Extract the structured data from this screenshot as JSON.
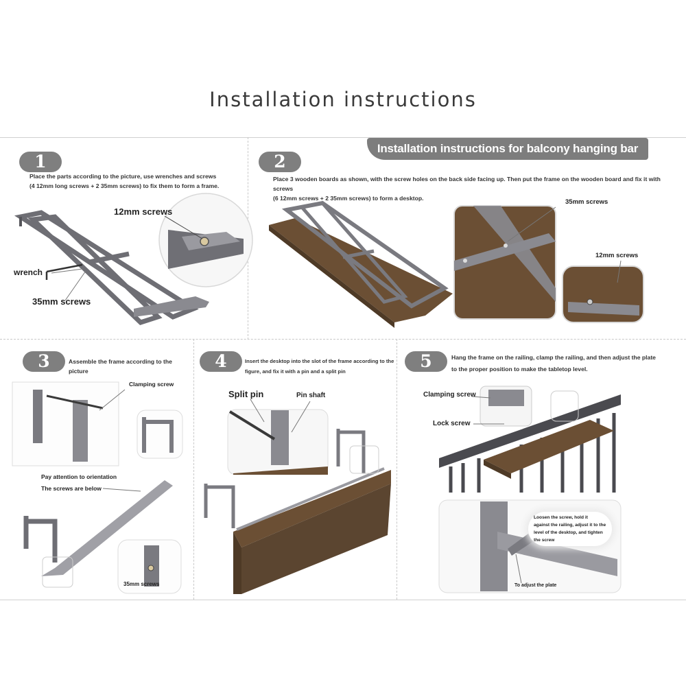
{
  "title": "Installation instructions",
  "banner": "Installation instructions for balcony hanging bar",
  "steps": [
    {
      "num": "1",
      "text": [
        "Place the parts according to the picture, use wrenches and screws",
        "(4 12mm long screws + 2 35mm screws) to fix them to form a frame."
      ],
      "labels": {
        "screw12": "12mm screws",
        "wrench": "wrench",
        "screw35": "35mm screws"
      }
    },
    {
      "num": "2",
      "text": [
        "Place 3 wooden boards as shown, with the screw holes on the back side facing up. Then put the frame on the wooden board and fix it with screws",
        "(6 12mm screws + 2 35mm screws) to form a desktop."
      ],
      "labels": {
        "screw35": "35mm screws",
        "screw12": "12mm screws"
      }
    },
    {
      "num": "3",
      "text": [
        "Assemble the frame according to the picture"
      ],
      "labels": {
        "clamping": "Clamping screw",
        "attention": [
          "Pay attention to orientation",
          "The screws are below"
        ],
        "screw35": "35mm screws"
      }
    },
    {
      "num": "4",
      "text": [
        "Insert the desktop into the slot of the frame according to the",
        "figure, and fix it with a pin and a split pin"
      ],
      "labels": {
        "split": "Split pin",
        "shaft": "Pin shaft"
      }
    },
    {
      "num": "5",
      "text": [
        "Hang the frame on the railing, clamp the railing, and then adjust the plate",
        "to the proper position to make the tabletop level."
      ],
      "labels": {
        "clamping": "Clamping screw",
        "lock": "Lock screw",
        "bubble": [
          "Loosen the screw, hold it",
          "against the railing, adjust it to the",
          "level of the desktop, and tighten",
          "the screw"
        ],
        "adjust": "To adjust the plate"
      }
    }
  ],
  "colors": {
    "frame": "#7a7a80",
    "frame_dark": "#55555a",
    "wood": "#6b4f34",
    "wood_dark": "#4e3a26",
    "badge": "#7f7f7f",
    "rail": "#4a4a4f"
  }
}
